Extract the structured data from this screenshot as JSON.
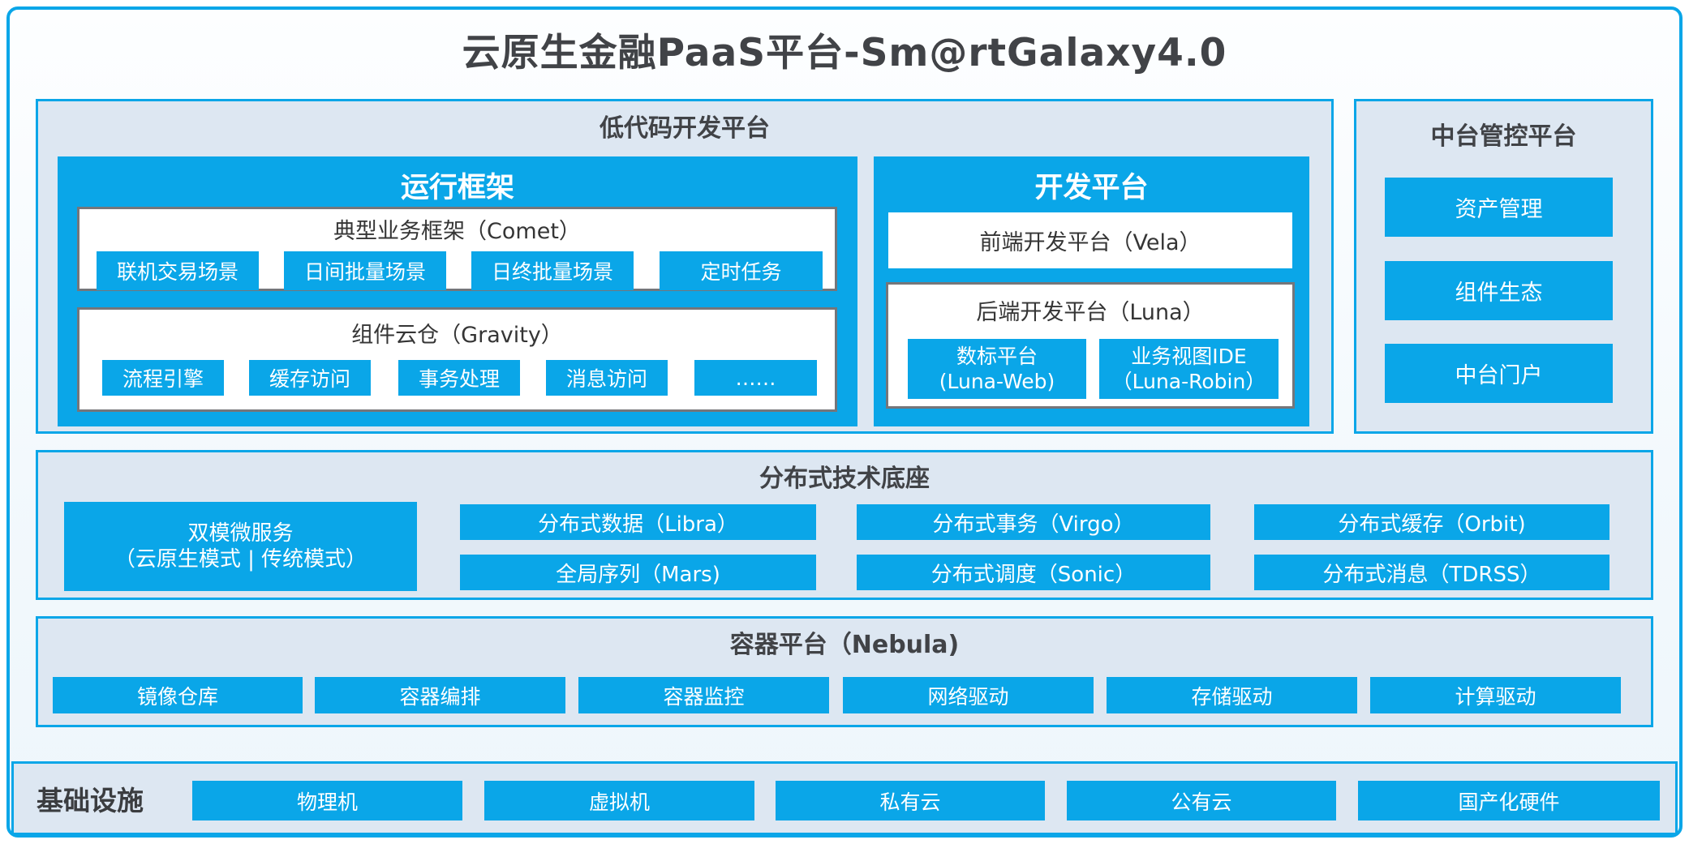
{
  "colors": {
    "accent_blue": "#0aa6e8",
    "panel_background": "#dde7f2",
    "dark_text": "#414347",
    "inner_box_border": "#75767a"
  },
  "page": {
    "title": "云原生金融PaaS平台-Sm@rtGalaxy4.0"
  },
  "lowcode": {
    "title": "低代码开发平台",
    "runtime": {
      "title": "运行框架",
      "comet": {
        "title": "典型业务框架（Comet）",
        "items": [
          "联机交易场景",
          "日间批量场景",
          "日终批量场景",
          "定时任务"
        ]
      },
      "gravity": {
        "title": "组件云仓（Gravity）",
        "items": [
          "流程引擎",
          "缓存访问",
          "事务处理",
          "消息访问",
          "……"
        ]
      }
    },
    "dev": {
      "title": "开发平台",
      "vela": "前端开发平台（Vela）",
      "luna": {
        "title": "后端开发平台（Luna）",
        "items": [
          {
            "line1": "数标平台",
            "line2": "(Luna-Web)"
          },
          {
            "line1": "业务视图IDE",
            "line2": "（Luna-Robin）"
          }
        ]
      }
    }
  },
  "midplatform": {
    "title": "中台管控平台",
    "items": [
      "资产管理",
      "组件生态",
      "中台门户"
    ]
  },
  "distributed": {
    "title": "分布式技术底座",
    "micro": {
      "line1": "双模微服务",
      "line2": "（云原生模式 | 传统模式）"
    },
    "row1": [
      "分布式数据（Libra）",
      "分布式事务（Virgo）",
      "分布式缓存（Orbit)"
    ],
    "row2": [
      "全局序列（Mars)",
      "分布式调度（Sonic）",
      "分布式消息（TDRSS）"
    ]
  },
  "container": {
    "title": "容器平台（Nebula)",
    "items": [
      "镜像仓库",
      "容器编排",
      "容器监控",
      "网络驱动",
      "存储驱动",
      "计算驱动"
    ]
  },
  "infrastructure": {
    "label": "基础设施",
    "items": [
      "物理机",
      "虚拟机",
      "私有云",
      "公有云",
      "国产化硬件"
    ]
  }
}
